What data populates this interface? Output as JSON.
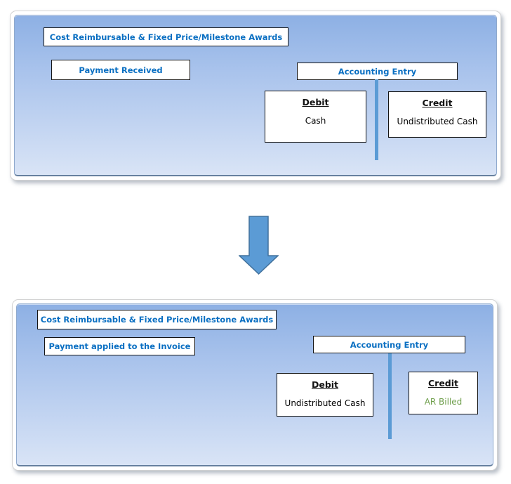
{
  "colors": {
    "label_text_blue": "#0a6fc2",
    "panel_gradient_top": "#8db0e4",
    "panel_gradient_bottom": "#d9e4f6",
    "arrow_fill": "#5b9bd5",
    "arrow_border": "#41719c",
    "divider_line": "#5b9bd5",
    "ar_billed_green": "#6f9f4c"
  },
  "panels": [
    {
      "title": "Cost Reimbursable & Fixed Price/Milestone Awards",
      "event": "Payment Received",
      "entry_label": "Accounting Entry",
      "debit": {
        "heading": "Debit",
        "account": "Cash",
        "account_style": "color:#000000"
      },
      "credit": {
        "heading": "Credit",
        "account": "Undistributed Cash",
        "account_style": "color:#000000"
      }
    },
    {
      "title": "Cost Reimbursable & Fixed Price/Milestone Awards",
      "event": "Payment applied to the Invoice",
      "entry_label": "Accounting Entry",
      "debit": {
        "heading": "Debit",
        "account": "Undistributed Cash",
        "account_style": "color:#000000"
      },
      "credit": {
        "heading": "Credit",
        "account": "AR Billed",
        "account_style": "color:#6f9f4c"
      }
    }
  ]
}
